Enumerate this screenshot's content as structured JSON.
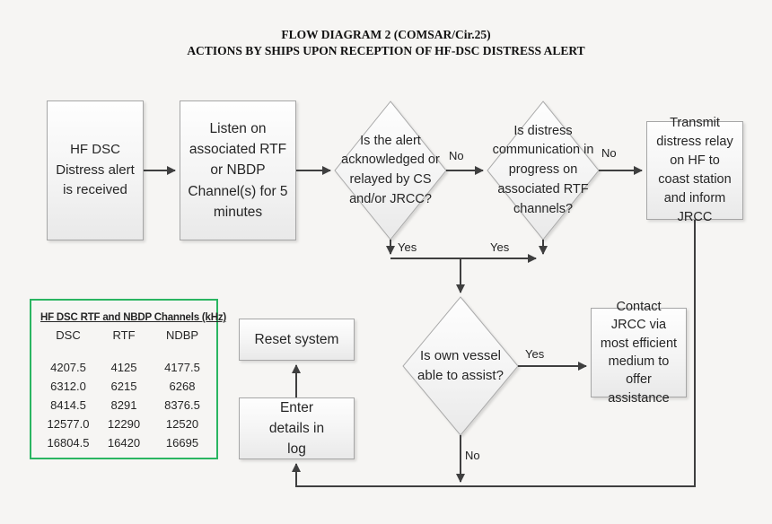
{
  "title": {
    "line1": "FLOW DIAGRAM 2 (COMSAR/Cir.25)",
    "line2": "ACTIONS BY SHIPS UPON RECEPTION OF HF-DSC DISTRESS ALERT"
  },
  "nodes": {
    "received": "HF DSC Distress alert is received",
    "listen": "Listen on associated RTF or NBDP Channel(s) for 5 minutes",
    "decision_ack": "Is the alert acknowledged or relayed by CS and/or JRCC?",
    "decision_comms": "Is distress communication in progress on associated RTF channels?",
    "transmit": "Transmit distress relay on HF to coast station and inform JRCC",
    "decision_assist": "Is own vessel able to assist?",
    "contact": "Contact JRCC via most efficient medium to offer assistance",
    "reset": "Reset system",
    "enter_log": "Enter details in log"
  },
  "labels": {
    "yes": "Yes",
    "no": "No"
  },
  "table": {
    "title": "HF DSC RTF and NBDP Channels (kHz)",
    "headers": [
      "DSC",
      "RTF",
      "NDBP"
    ],
    "rows": [
      [
        "4207.5",
        "4125",
        "4177.5"
      ],
      [
        "6312.0",
        "6215",
        "6268"
      ],
      [
        "8414.5",
        "8291",
        "8376.5"
      ],
      [
        "12577.0",
        "12290",
        "12520"
      ],
      [
        "16804.5",
        "16420",
        "16695"
      ]
    ]
  },
  "colors": {
    "table_border_green": "#2ab561",
    "arrow": "#3f3f3f",
    "shape_border": "#ababab"
  }
}
